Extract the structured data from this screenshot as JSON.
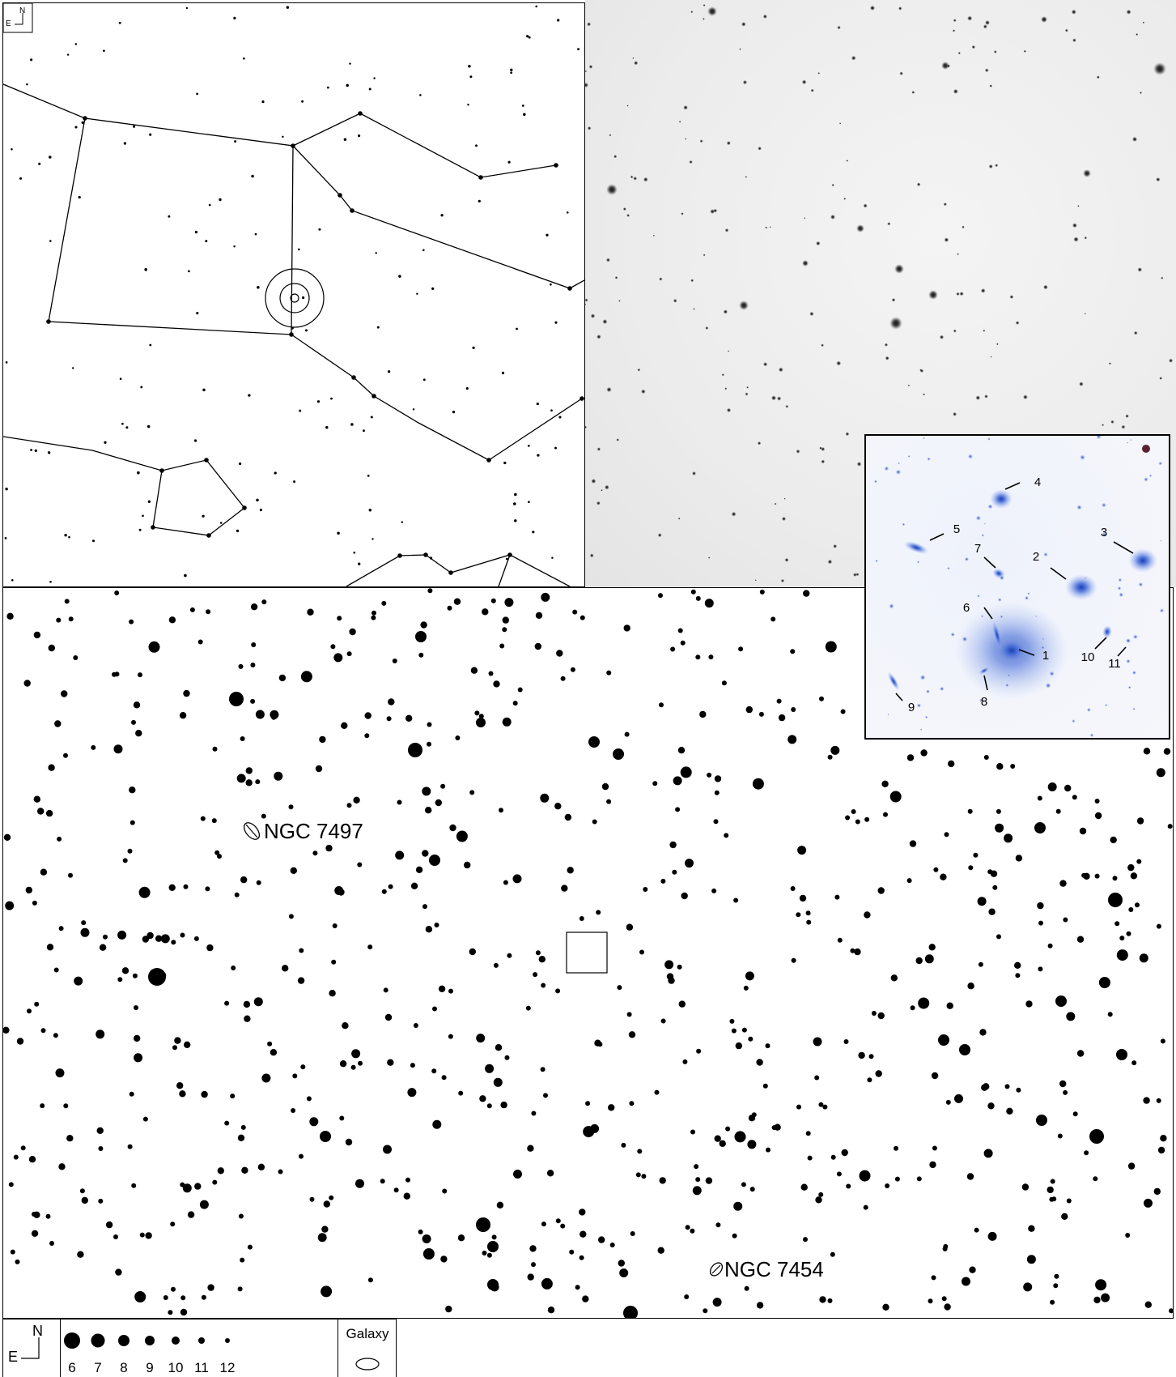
{
  "wide_finder": {
    "compass": {
      "north": "N",
      "east": "E"
    }
  },
  "chart": {
    "labels": [
      {
        "id": "ngc7497",
        "text": "NGC 7497"
      },
      {
        "id": "ngc7454",
        "text": "NGC 7454"
      }
    ]
  },
  "inset": {
    "galaxy_labels": [
      "1",
      "2",
      "3",
      "4",
      "5",
      "6",
      "7",
      "8",
      "9",
      "10",
      "11"
    ]
  },
  "legend": {
    "compass": {
      "north": "N",
      "east": "E"
    },
    "magnitudes": [
      "6",
      "7",
      "8",
      "9",
      "10",
      "11",
      "12"
    ],
    "galaxy_title": "Galaxy"
  }
}
